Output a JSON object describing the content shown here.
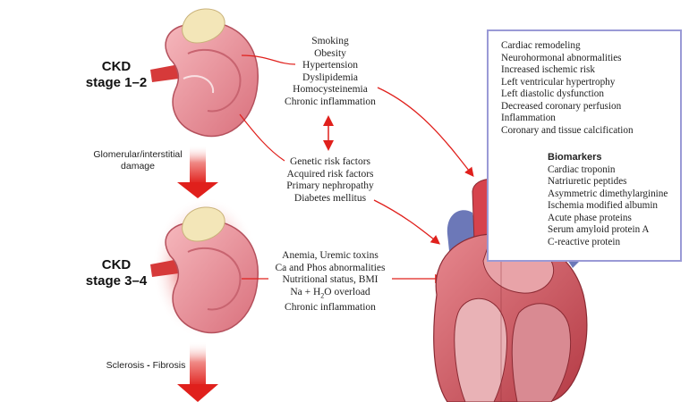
{
  "stages": [
    {
      "label_line1": "CKD",
      "label_line2": "stage 1–2"
    },
    {
      "label_line1": "CKD",
      "label_line2": "stage 3–4"
    }
  ],
  "transitions": [
    {
      "line1": "Glomerular/interstitial",
      "line2": "damage"
    },
    {
      "text_left": "Sclerosis",
      "separator": "-",
      "text_right": "Fibrosis"
    }
  ],
  "traditional_factors": [
    "Smoking",
    "Obesity",
    "Hypertension",
    "Dyslipidemia",
    "Homocysteinemia",
    "Chronic inflammation"
  ],
  "genetic_factors": [
    "Genetic risk factors",
    "Acquired risk factors",
    "Primary nephropathy",
    "Diabetes mellitus"
  ],
  "ckd_factors": {
    "items": [
      "Anemia, Uremic toxins",
      "Ca and Phos abnormalities",
      "Nutritional status, BMI"
    ],
    "water": {
      "before": "Na + H",
      "sub": "2",
      "after": "O overload"
    },
    "last": "Chronic inflammation"
  },
  "cardiac_effects": [
    "Cardiac remodeling",
    "Neurohormonal abnormalities",
    "Increased ischemic risk",
    "Left ventricular hypertrophy",
    "Left diastolic dysfunction",
    "Decreased coronary perfusion",
    "Inflammation",
    "Coronary and tissue calcification"
  ],
  "biomarkers": {
    "title": "Biomarkers",
    "items": [
      "Cardiac troponin",
      "Natriuretic peptides",
      "Asymmetric dimethylarginine",
      "Ischemia modified albumin",
      "Acute phase proteins",
      "Serum amyloid protein A",
      "C-reactive protein"
    ]
  },
  "colors": {
    "arrow": "#e0201c",
    "box_border": "#9a9ad6",
    "kidney": "#e88a94",
    "heart": "#c94a52"
  }
}
